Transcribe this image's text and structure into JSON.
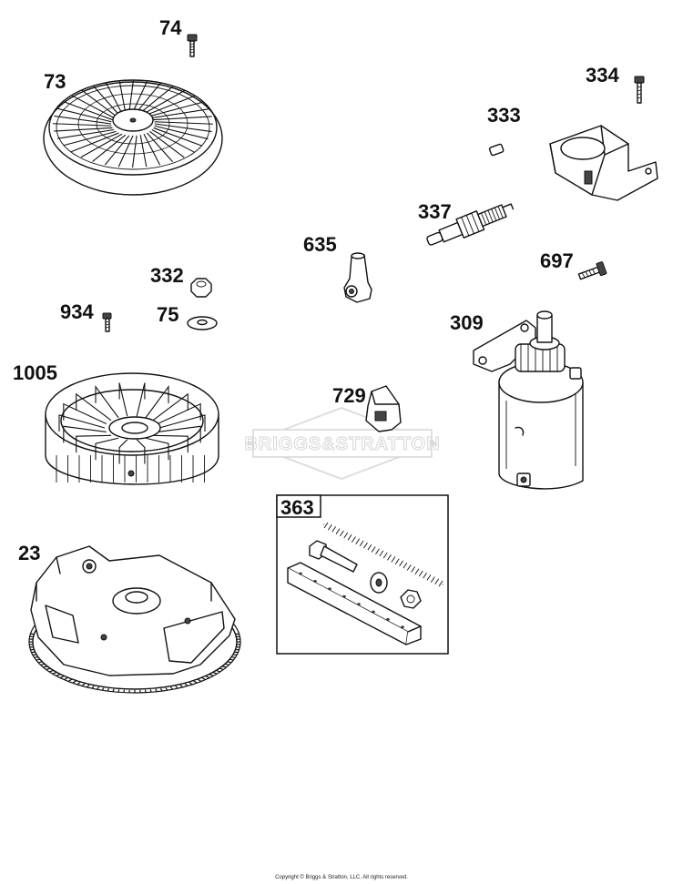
{
  "watermark": "BRIGGS&STRATTON",
  "copyright": "Copyright © Briggs & Stratton, LLC. All rights reserved.",
  "parts": [
    {
      "id": "p74",
      "label": "74",
      "icon": "screw-icon"
    },
    {
      "id": "p73",
      "label": "73",
      "icon": "blower-housing-grille-icon"
    },
    {
      "id": "p334",
      "label": "334",
      "icon": "screw-icon"
    },
    {
      "id": "p333",
      "label": "333",
      "icon": "ignition-armature-icon"
    },
    {
      "id": "p337",
      "label": "337",
      "icon": "spark-plug-icon"
    },
    {
      "id": "p635",
      "label": "635",
      "icon": "spark-plug-boot-icon"
    },
    {
      "id": "p697",
      "label": "697",
      "icon": "screw-icon"
    },
    {
      "id": "p332",
      "label": "332",
      "icon": "hex-nut-icon"
    },
    {
      "id": "p934",
      "label": "934",
      "icon": "screw-icon"
    },
    {
      "id": "p75",
      "label": "75",
      "icon": "washer-icon"
    },
    {
      "id": "p309",
      "label": "309",
      "icon": "electric-starter-motor-icon"
    },
    {
      "id": "p1005",
      "label": "1005",
      "icon": "flywheel-fan-icon"
    },
    {
      "id": "p729",
      "label": "729",
      "icon": "terminal-clip-icon"
    },
    {
      "id": "p363",
      "label": "363",
      "icon": "mounting-kit-icon"
    },
    {
      "id": "p23",
      "label": "23",
      "icon": "flywheel-ring-gear-icon"
    }
  ]
}
